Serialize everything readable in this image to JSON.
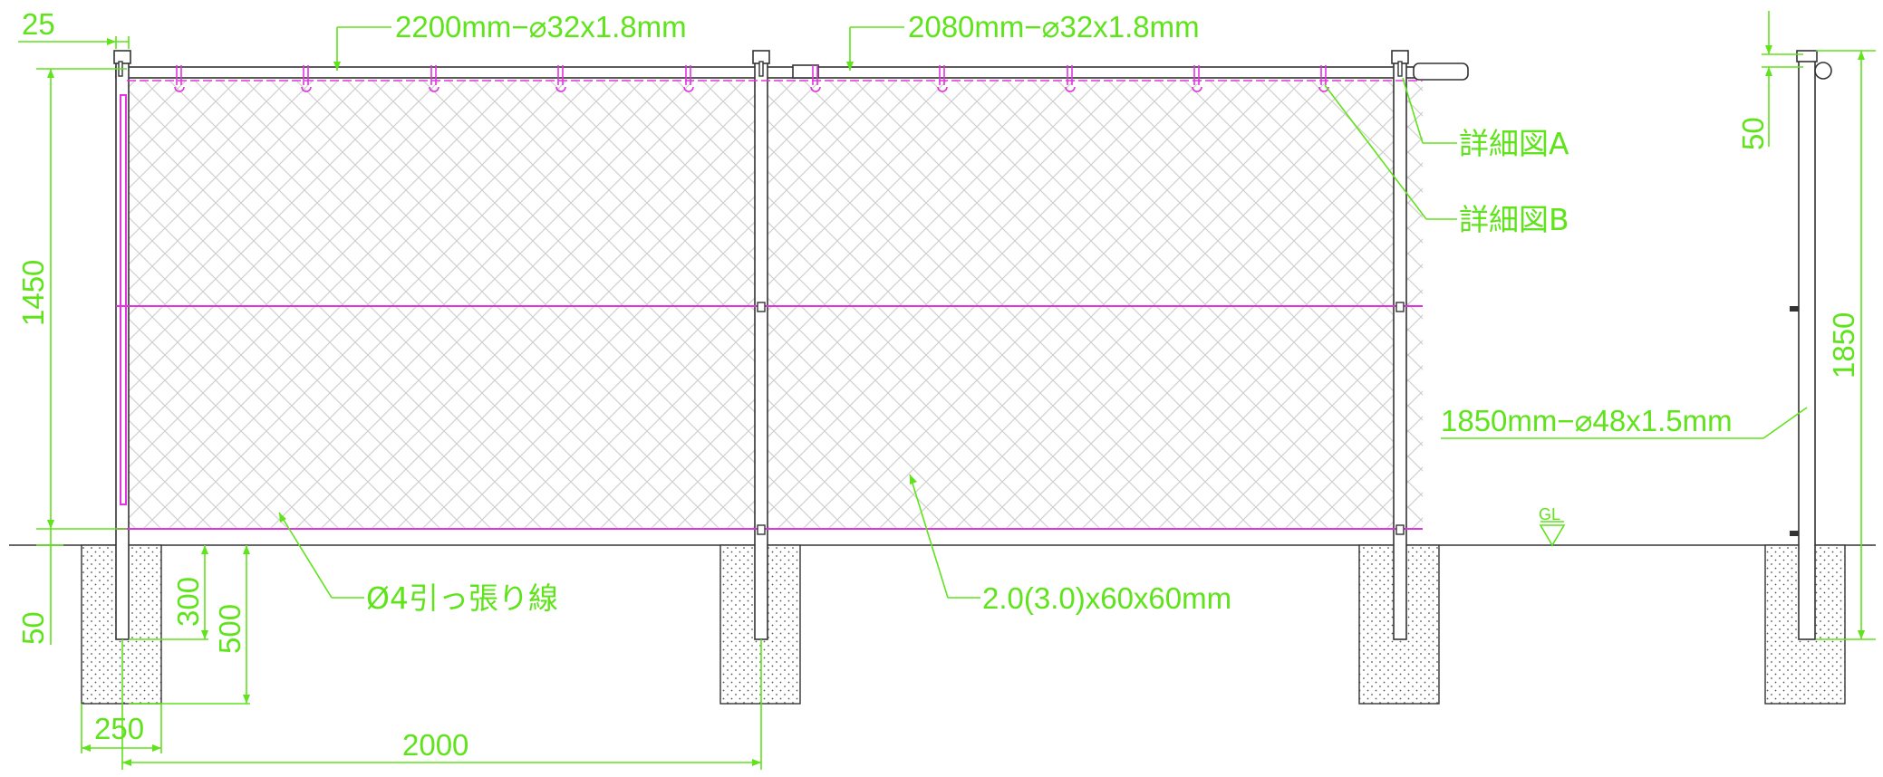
{
  "dimensions": {
    "top_offset": "25",
    "top_rail_left": "2200mm−⌀32x1.8mm",
    "top_rail_right": "2080mm−⌀32x1.8mm",
    "height_mesh": "1450",
    "embed_50_left": "50",
    "embed_300": "300",
    "embed_500": "500",
    "footing_width": "250",
    "post_spacing": "2000",
    "side_top_50": "50",
    "side_height": "1850",
    "side_post": "1850mm−⌀48x1.5mm",
    "tension_wire": "Ø4引っ張り線",
    "mesh_spec": "2.0(3.0)x60x60mm",
    "ground_level": "GL"
  },
  "callouts": {
    "detail_a": "詳細図A",
    "detail_b": "詳細図B"
  },
  "colors": {
    "dimension": "#5fe31b",
    "tension_wire": "#e233e2",
    "steel": "#333333",
    "mesh": "#cfcfcf"
  }
}
